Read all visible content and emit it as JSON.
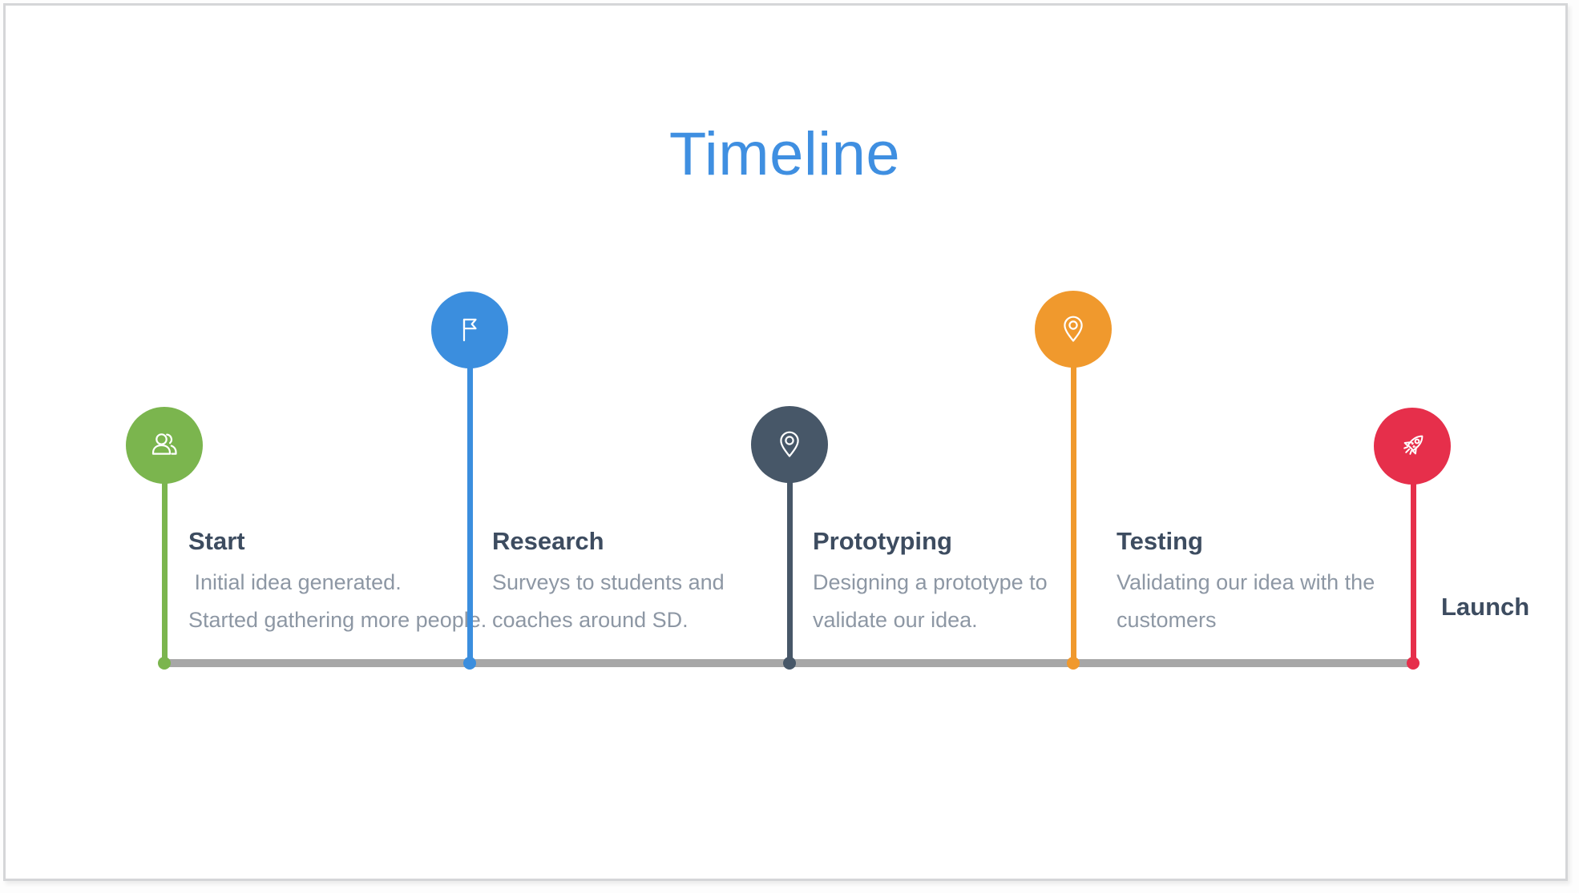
{
  "slide": {
    "title": "Timeline"
  },
  "colors": {
    "title_accent": "#3f8fe1",
    "heading_text": "#3d4c60",
    "body_text": "#8d97a4",
    "timeline_line": "#a7a7a7",
    "slide_border": "#d5d6d8",
    "start_green": "#7bb54e",
    "research_blue": "#3b8ede",
    "prototyping_slate": "#475768",
    "testing_orange": "#f0992d",
    "launch_red": "#e62f4b"
  },
  "milestones": [
    {
      "title": "Start",
      "lines": [
        " Initial idea generated.",
        "Started gathering more people."
      ],
      "color": "#7bb54e",
      "icon": "users-icon"
    },
    {
      "title": "Research",
      "lines": [
        "Surveys to students and",
        "coaches around SD."
      ],
      "color": "#3b8ede",
      "icon": "flag-icon"
    },
    {
      "title": "Prototyping",
      "lines": [
        "Designing a prototype to",
        "validate our idea."
      ],
      "color": "#475768",
      "icon": "map-pin-icon"
    },
    {
      "title": "Testing",
      "lines": [
        "Validating our idea with the",
        "customers"
      ],
      "color": "#f0992d",
      "icon": "map-pin-icon"
    },
    {
      "title": "Launch",
      "lines": [],
      "color": "#e62f4b",
      "icon": "rocket-icon"
    }
  ]
}
